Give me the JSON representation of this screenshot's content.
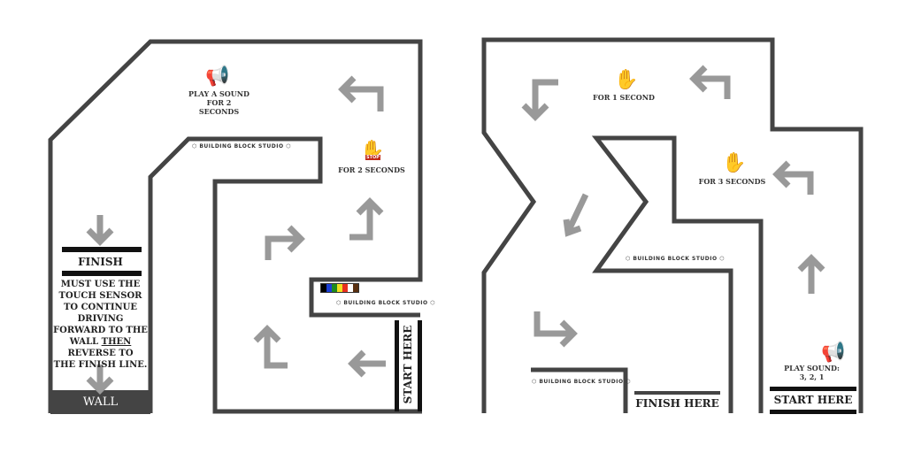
{
  "left_mat": {
    "sound_label": [
      "PLAY A SOUND",
      "FOR 2 SECONDS"
    ],
    "stop_label": "FOR 2 SECONDS",
    "stop_sign_text": "STOP",
    "finish": "FINISH",
    "instructions": [
      "MUST USE THE",
      "TOUCH SENSOR",
      "TO CONTINUE",
      "DRIVING",
      "FORWARD TO THE",
      "WALL"
    ],
    "instructions_emph": "THEN",
    "instructions_end": [
      "REVERSE TO",
      "THE FINISH LINE."
    ],
    "wall": "WALL",
    "start": "START HERE",
    "logo": "BUILDING BLOCK STUDIO",
    "color_swatches": [
      "#000000",
      "#1a3fd6",
      "#1e8a1e",
      "#f0e020",
      "#e83020",
      "#ffffff",
      "#5a3010"
    ]
  },
  "right_mat": {
    "stop1_label": "FOR 1 SECOND",
    "stop2_label": "FOR 3 SECONDS",
    "sound_label": [
      "PLAY SOUND:",
      "3, 2, 1"
    ],
    "finish": "FINISH HERE",
    "start": "START HERE",
    "logo": "BUILDING BLOCK STUDIO"
  },
  "colors": {
    "wall": "#444444",
    "arrow": "#999999",
    "stop": "#e03a2a",
    "megaphone": "#1a5fd0"
  }
}
